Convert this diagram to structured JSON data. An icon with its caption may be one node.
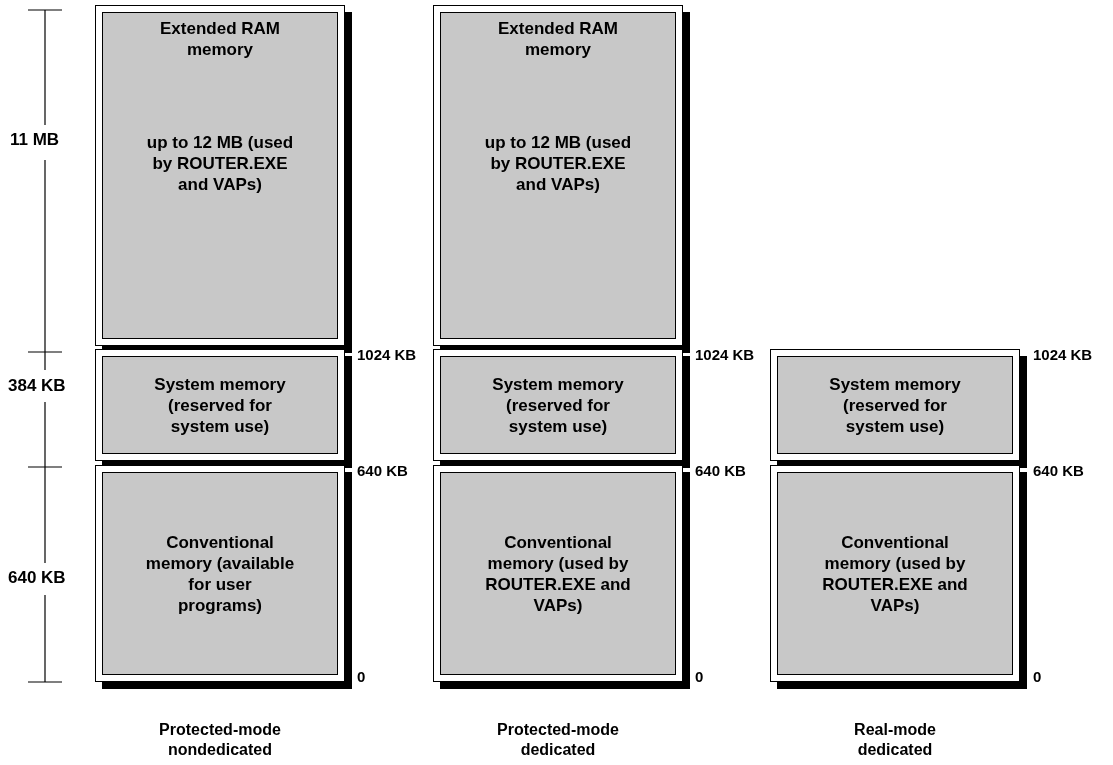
{
  "diagram": {
    "nodes": [
      {
        "text": [
          "Extended RAM memory",
          "up to 12 MB (used by ROUTER.EXE and VAPs)"
        ]
      },
      {
        "text": [
          "System memory (reserved for system use)"
        ]
      },
      {
        "text": [
          "Conventional memory (available for user programs)"
        ]
      },
      {
        "text": [
          "Extended RAM memory",
          "up to 12 MB (used by ROUTER.EXE and VAPs)"
        ]
      },
      {
        "text": [
          "System memory (reserved for system use)"
        ]
      },
      {
        "text": [
          "Conventional memory (used by ROUTER.EXE and VAPs)"
        ]
      },
      {
        "text": [
          "System memory (reserved for system use)"
        ]
      },
      {
        "text": [
          "Conventional memory (used by ROUTER.EXE and VAPs)"
        ]
      }
    ],
    "labels": [
      "11 MB",
      "1024 KB",
      "1024 KB",
      "1024 KB",
      "384 KB",
      "640 KB",
      "640 KB",
      "640 KB",
      "640 KB",
      "0",
      "0",
      "0",
      "Protected-mode nondedicated",
      "Protected-mode dedicated",
      "Real-mode dedicated"
    ]
  }
}
